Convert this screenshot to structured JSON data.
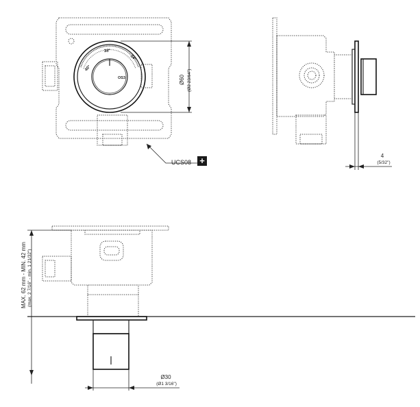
{
  "front_view": {
    "diameter_label": "Ø60",
    "diameter_label_imperial": "(Ø2 23/64\")",
    "dial_left_mark": "40°",
    "dial_center_mark": "38°",
    "dial_right_mark": "34°",
    "knob_label": "OS3",
    "callout_code": "UCS08",
    "callout_plus": "+"
  },
  "side_view": {
    "depth_label": "4",
    "depth_label_imperial": "(5/32\")"
  },
  "section_view": {
    "range_label": "MAX. 62 mm - MIN. 42 mm",
    "range_label_imperial": "(max. 2 7/16\" - min. 1 21/32\")",
    "stem_diameter_label": "Ø30",
    "stem_diameter_label_imperial": "(Ø1 3/16\")"
  }
}
